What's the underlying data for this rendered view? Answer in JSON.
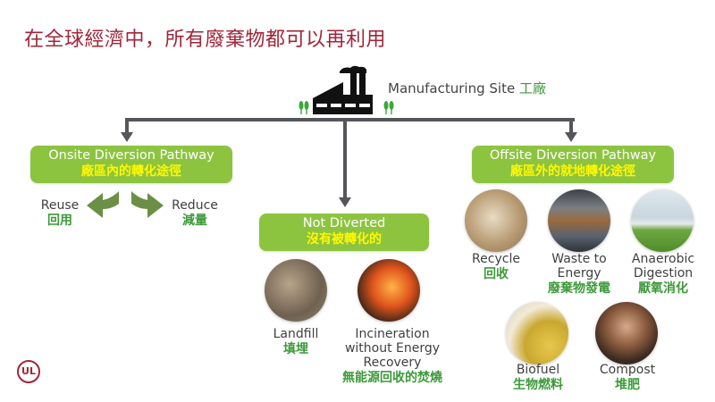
{
  "title": "在全球經濟中，所有廢棄物都可以再利用",
  "manufacturing_site": {
    "en": "Manufacturing Site",
    "zh": "工廠",
    "icon": "factory-icon"
  },
  "onsite": {
    "en": "Onsite Diversion Pathway",
    "zh": "廠區內的轉化途徑",
    "items": [
      {
        "en": "Reuse",
        "zh": "回用",
        "icon": "arrow-left-curved-icon"
      },
      {
        "en": "Reduce",
        "zh": "減量",
        "icon": "arrow-right-curved-icon"
      }
    ]
  },
  "not_diverted": {
    "en": "Not Diverted",
    "zh": "沒有被轉化的",
    "items": [
      {
        "en": "Landfill",
        "zh": "填埋",
        "icon": "landfill-photo"
      },
      {
        "en_lines": [
          "Incineration",
          "without Energy",
          "Recovery"
        ],
        "zh": "無能源回收的焚燒",
        "icon": "fire-photo"
      }
    ]
  },
  "offsite": {
    "en": "Offsite Diversion Pathway",
    "zh": "廠區外的就地轉化途徑",
    "items": [
      {
        "en_lines": [
          "Recycle"
        ],
        "zh": "回收",
        "icon": "cardboard-photo"
      },
      {
        "en_lines": [
          "Waste to",
          "Energy"
        ],
        "zh": "廢棄物發電",
        "icon": "waste-energy-photo"
      },
      {
        "en_lines": [
          "Anaerobic",
          "Digestion"
        ],
        "zh": "厭氧消化",
        "icon": "digester-photo"
      },
      {
        "en_lines": [
          "Biofuel"
        ],
        "zh": "生物燃料",
        "icon": "biofuel-photo"
      },
      {
        "en_lines": [
          "Compost"
        ],
        "zh": "堆肥",
        "icon": "compost-photo"
      }
    ]
  },
  "logo": {
    "text": "UL",
    "color": "#a0263a"
  },
  "colors": {
    "title": "#a0263a",
    "box_green": "#8dc43f",
    "box_zh": "#fff700",
    "label_green": "#3d9a3a",
    "connector": "#55565a",
    "arrow_green": "#6b8f45"
  }
}
